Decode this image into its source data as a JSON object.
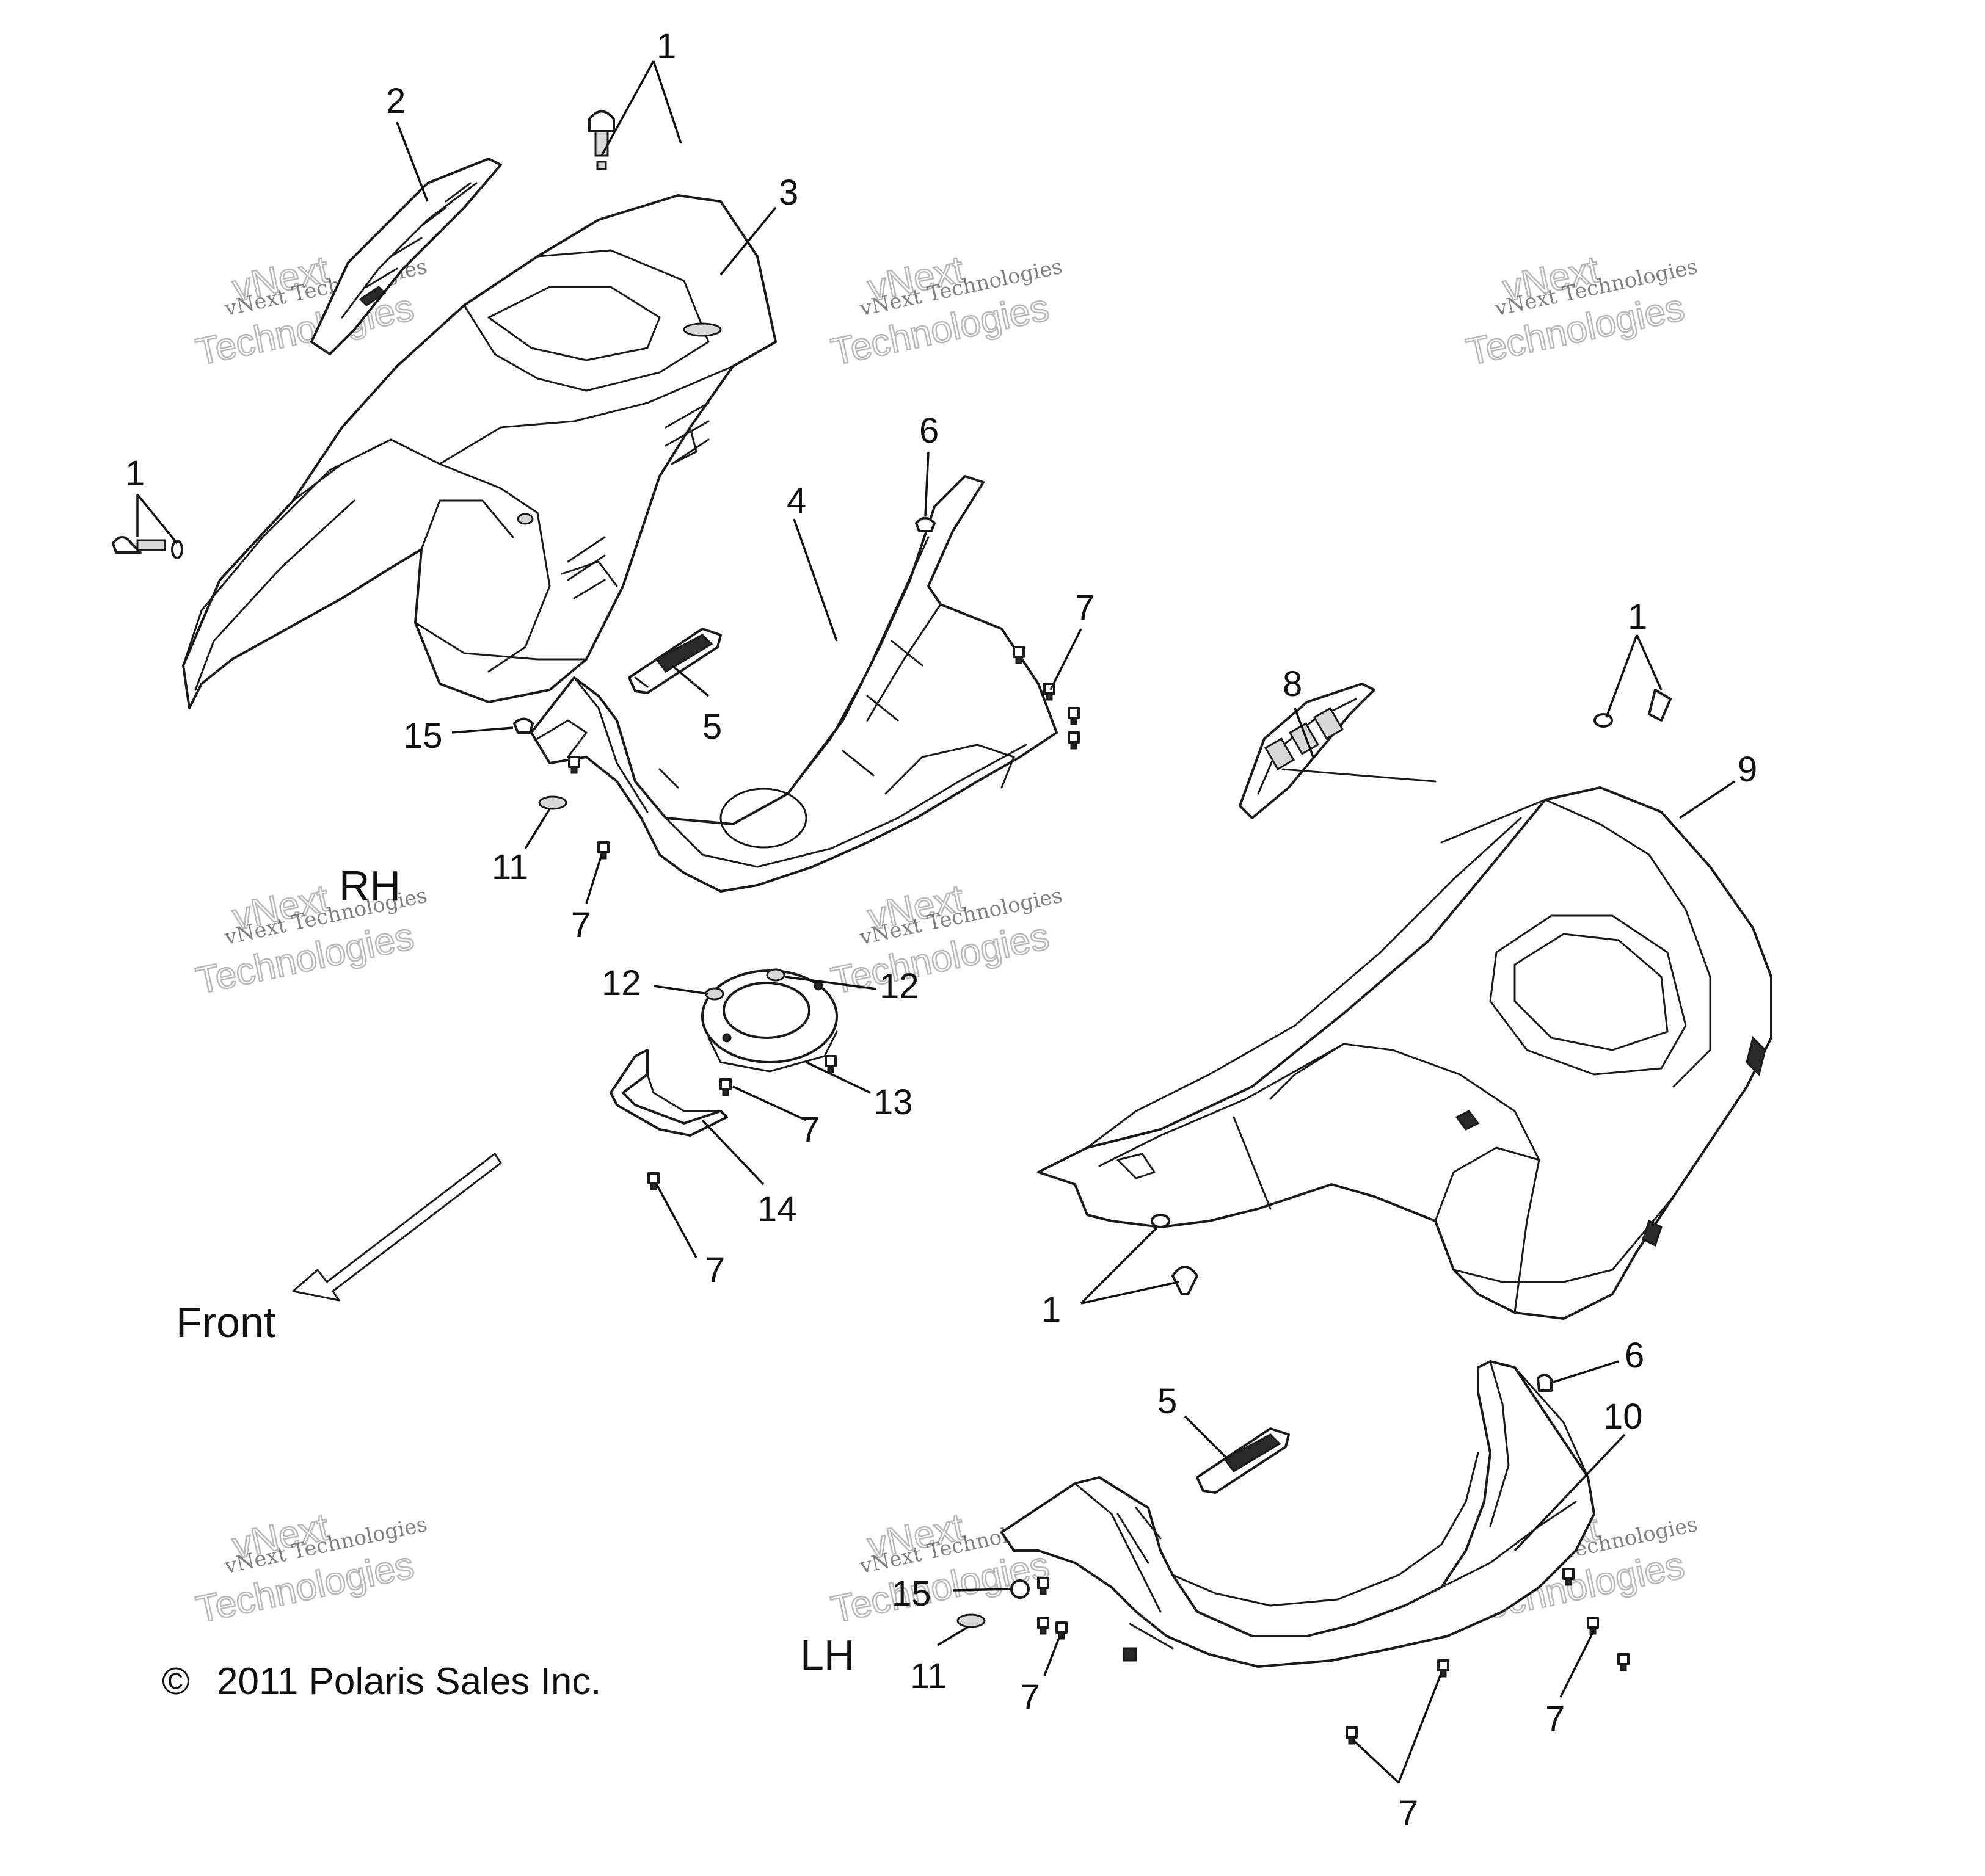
{
  "watermark": {
    "line1": "vNext Technologies",
    "outline_top": "vNext",
    "outline_bottom": "Technologies"
  },
  "labels": {
    "rh": "RH",
    "lh": "LH",
    "front": "Front",
    "copyright": "2011 Polaris Sales Inc.",
    "copyright_symbol": "©"
  },
  "callouts": [
    "1",
    "2",
    "3",
    "1",
    "6",
    "4",
    "7",
    "5",
    "15",
    "8",
    "1",
    "9",
    "11",
    "7",
    "12",
    "12",
    "13",
    "7",
    "14",
    "7",
    "1",
    "6",
    "5",
    "10",
    "15",
    "11",
    "7",
    "7",
    "7"
  ],
  "colors": {
    "line": "#1a1a1a",
    "watermark": "#b8b8b8",
    "background": "#ffffff"
  }
}
